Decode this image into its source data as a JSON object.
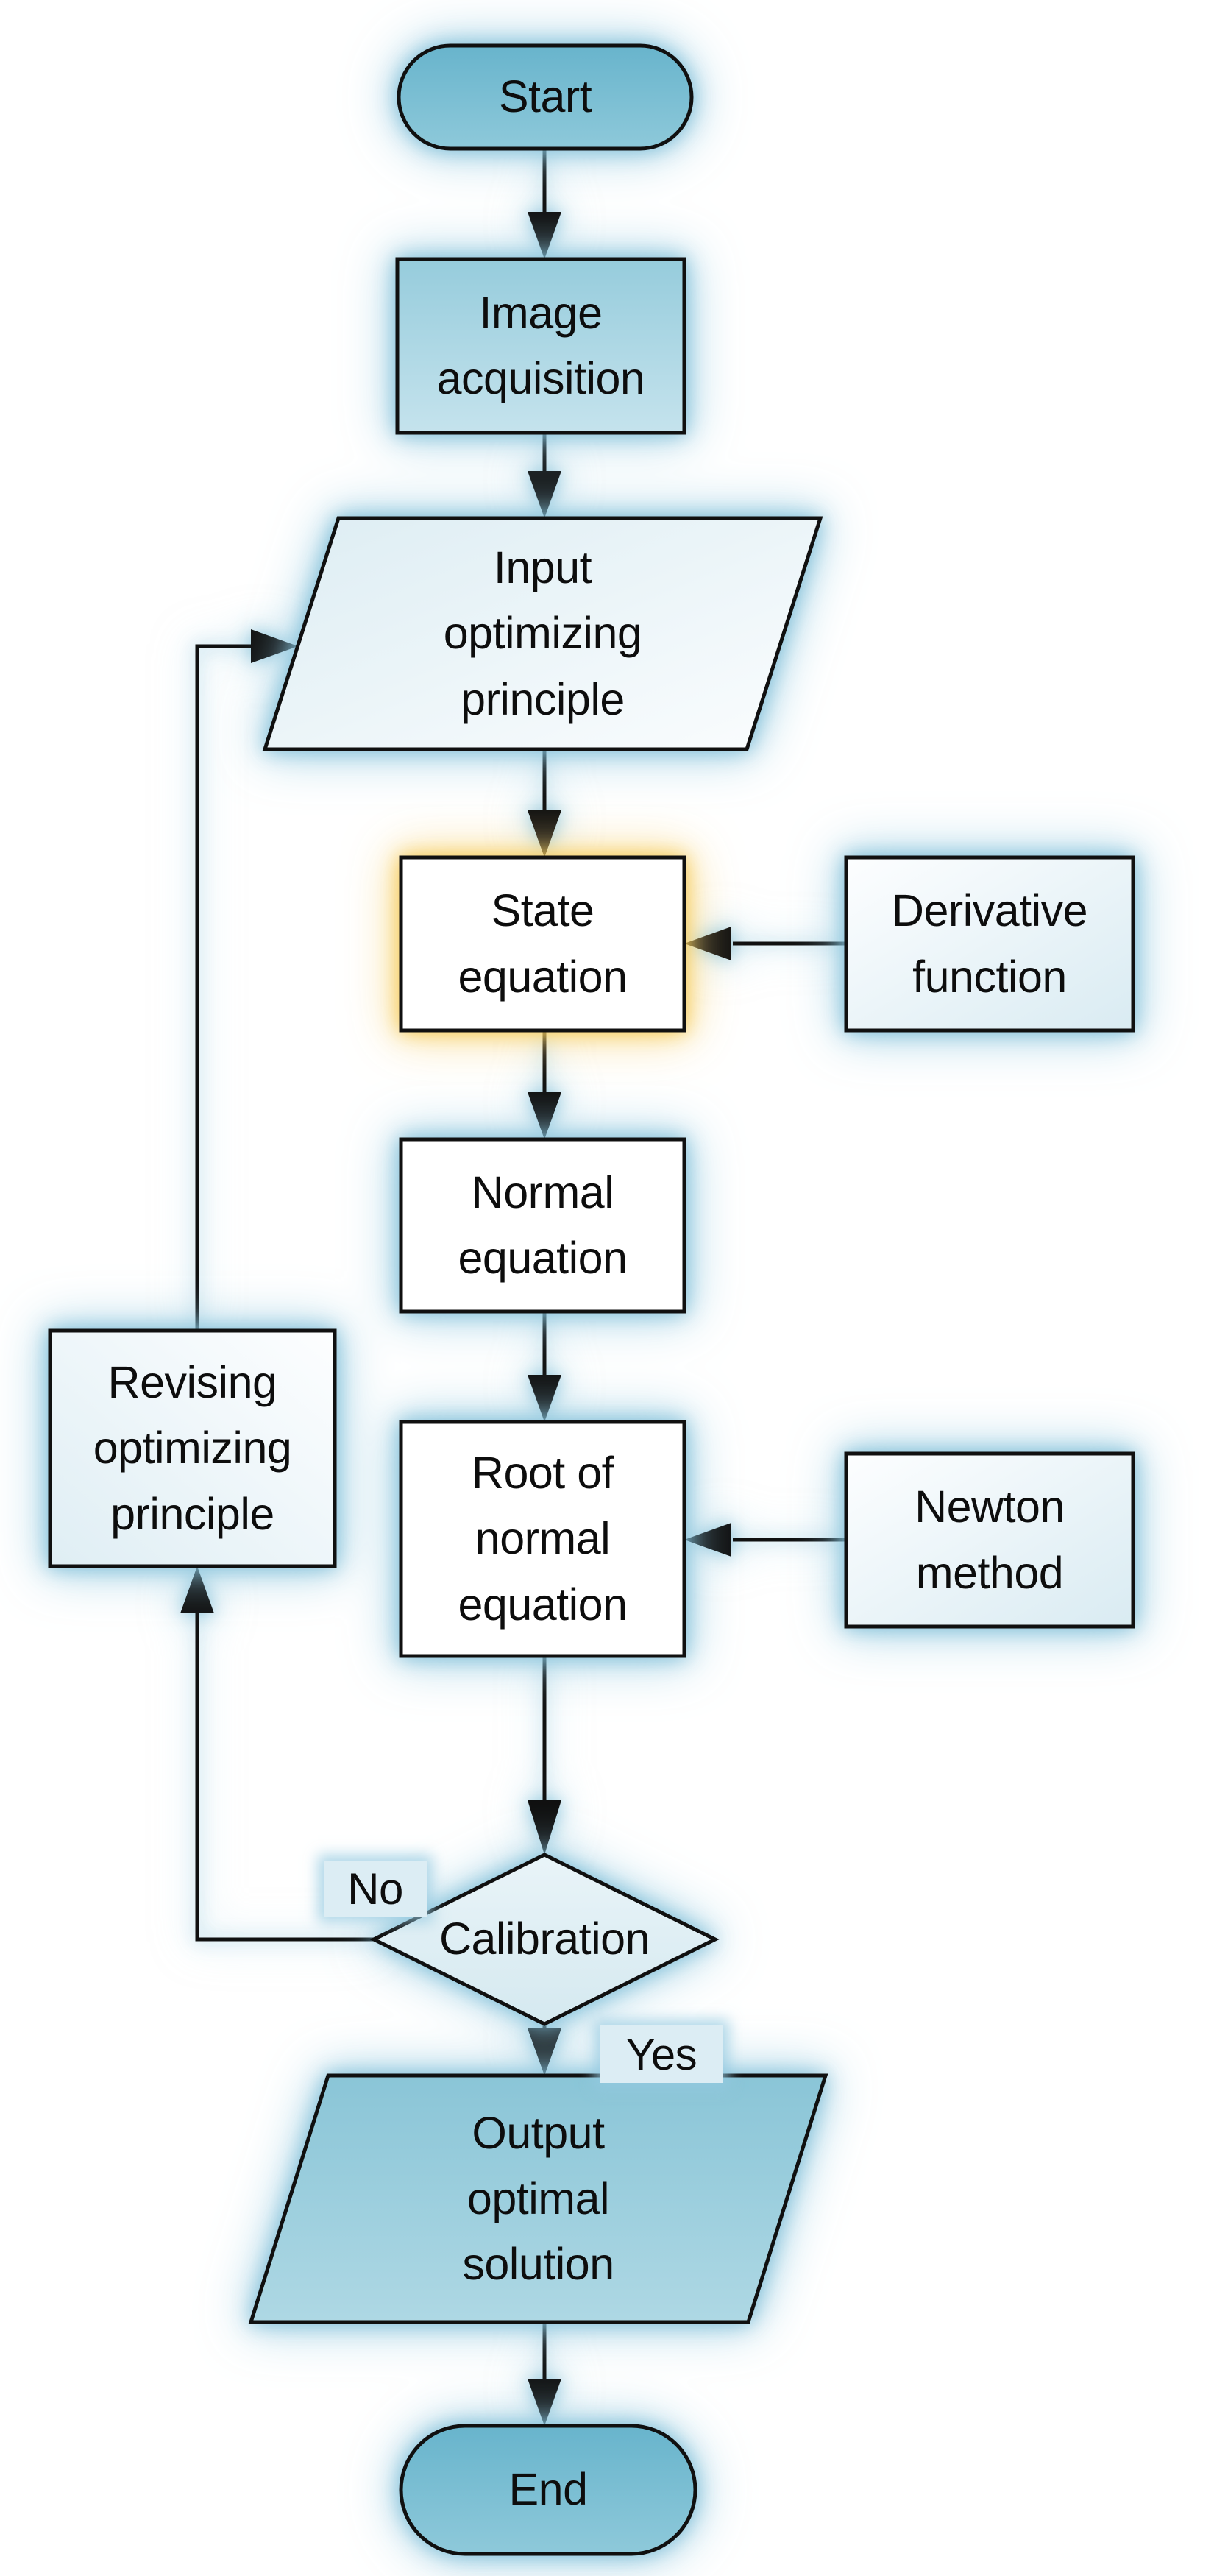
{
  "diagram": {
    "type": "flowchart",
    "background": "#ffffff",
    "nodes": {
      "start": {
        "label": "Start",
        "shape": "terminator"
      },
      "image_acquisition": {
        "label": "Image\nacquisition",
        "shape": "process"
      },
      "input_optimizing_principle": {
        "label": "Input\noptimizing\nprinciple",
        "shape": "data-parallelogram"
      },
      "state_equation": {
        "label": "State\nequation",
        "shape": "process",
        "highlight": "orange-glow"
      },
      "derivative_function": {
        "label": "Derivative\nfunction",
        "shape": "process"
      },
      "normal_equation": {
        "label": "Normal\nequation",
        "shape": "process"
      },
      "root_of_normal_equation": {
        "label": "Root of\nnormal\nequation",
        "shape": "process"
      },
      "newton_method": {
        "label": "Newton\nmethod",
        "shape": "process"
      },
      "revising_optimizing_principle": {
        "label": "Revising\noptimizing\nprinciple",
        "shape": "process"
      },
      "calibration": {
        "label": "Calibration",
        "shape": "decision"
      },
      "output_optimal_solution": {
        "label": "Output\noptimal\nsolution",
        "shape": "data-parallelogram"
      },
      "end": {
        "label": "End",
        "shape": "terminator"
      }
    },
    "edge_labels": {
      "no": "No",
      "yes": "Yes"
    },
    "edges": [
      {
        "from": "start",
        "to": "image_acquisition"
      },
      {
        "from": "image_acquisition",
        "to": "input_optimizing_principle"
      },
      {
        "from": "input_optimizing_principle",
        "to": "state_equation"
      },
      {
        "from": "derivative_function",
        "to": "state_equation"
      },
      {
        "from": "state_equation",
        "to": "normal_equation"
      },
      {
        "from": "normal_equation",
        "to": "root_of_normal_equation"
      },
      {
        "from": "newton_method",
        "to": "root_of_normal_equation"
      },
      {
        "from": "root_of_normal_equation",
        "to": "calibration"
      },
      {
        "from": "calibration",
        "to": "revising_optimizing_principle",
        "label": "No"
      },
      {
        "from": "revising_optimizing_principle",
        "to": "input_optimizing_principle"
      },
      {
        "from": "calibration",
        "to": "output_optimal_solution",
        "label": "Yes"
      },
      {
        "from": "output_optimal_solution",
        "to": "end"
      }
    ],
    "colors": {
      "stroke": "#101010",
      "text": "#0d0d0d",
      "terminator_fill_top": "#68b4cc",
      "terminator_fill_bottom": "#8ec9da",
      "process_blue_top": "#96ccdc",
      "process_blue_bottom": "#c5e3ed",
      "output_fill_top": "#8ac5d7",
      "output_fill_bottom": "#aed8e4",
      "pale_parallelogram_fill": "#e1eff5",
      "side_box_fill": "#e6f1f6",
      "white_fill": "#ffffff",
      "diamond_fill_top": "#e9f4f8",
      "diamond_fill_bottom": "#d5e9f0",
      "label_chip_bg": "#dcedf4",
      "glow_blue": "#94cae0",
      "glow_orange": "#f4c648"
    }
  }
}
